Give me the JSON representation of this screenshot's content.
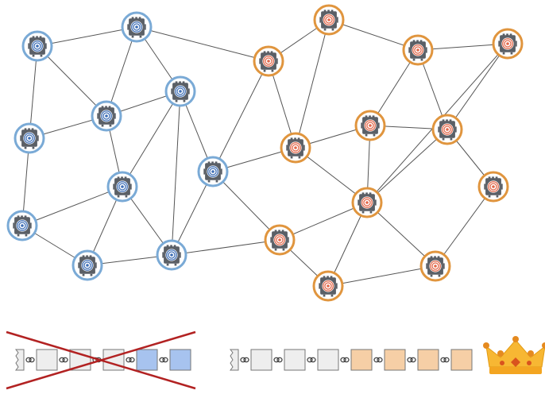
{
  "colors": {
    "blue_ring": "#7AAAD6",
    "orange_ring": "#E0953E",
    "blue_core": "#3F6FB6",
    "orange_core": "#E2674A",
    "device_body": "#5A5F66",
    "edge": "#555555",
    "block_gray": "#EEEEEE",
    "block_blue": "#A7C3EF",
    "block_orange": "#F6CFA6",
    "cross": "#B22222",
    "crown_gold": "#F7B733",
    "crown_jewel": "#E58A1F"
  },
  "network": {
    "nodes": [
      {
        "id": "b1",
        "group": "blue"
      },
      {
        "id": "b2",
        "group": "blue"
      },
      {
        "id": "b3",
        "group": "blue"
      },
      {
        "id": "b4",
        "group": "blue"
      },
      {
        "id": "b5",
        "group": "blue"
      },
      {
        "id": "b6",
        "group": "blue"
      },
      {
        "id": "b7",
        "group": "blue"
      },
      {
        "id": "b8",
        "group": "blue"
      },
      {
        "id": "b9",
        "group": "blue"
      },
      {
        "id": "b10",
        "group": "blue"
      },
      {
        "id": "o1",
        "group": "orange"
      },
      {
        "id": "o2",
        "group": "orange"
      },
      {
        "id": "o3",
        "group": "orange"
      },
      {
        "id": "o4",
        "group": "orange"
      },
      {
        "id": "o5",
        "group": "orange"
      },
      {
        "id": "o6",
        "group": "orange"
      },
      {
        "id": "o7",
        "group": "orange"
      },
      {
        "id": "o8",
        "group": "orange"
      },
      {
        "id": "o9",
        "group": "orange"
      },
      {
        "id": "o10",
        "group": "orange"
      },
      {
        "id": "o11",
        "group": "orange"
      },
      {
        "id": "o12",
        "group": "orange"
      }
    ],
    "edges": [
      [
        "b1",
        "b2"
      ],
      [
        "b1",
        "b3"
      ],
      [
        "b1",
        "b4"
      ],
      [
        "b2",
        "b3"
      ],
      [
        "b2",
        "b5"
      ],
      [
        "b2",
        "o2"
      ],
      [
        "b3",
        "b4"
      ],
      [
        "b3",
        "b5"
      ],
      [
        "b3",
        "b6"
      ],
      [
        "b4",
        "b8"
      ],
      [
        "b5",
        "b6"
      ],
      [
        "b5",
        "b7"
      ],
      [
        "b5",
        "b10"
      ],
      [
        "b6",
        "b8"
      ],
      [
        "b6",
        "b9"
      ],
      [
        "b6",
        "b10"
      ],
      [
        "b7",
        "o2"
      ],
      [
        "b7",
        "o6"
      ],
      [
        "b7",
        "b10"
      ],
      [
        "b7",
        "o9"
      ],
      [
        "b8",
        "b9"
      ],
      [
        "b9",
        "b10"
      ],
      [
        "b10",
        "o9"
      ],
      [
        "o1",
        "o2"
      ],
      [
        "o1",
        "o3"
      ],
      [
        "o1",
        "o6"
      ],
      [
        "o2",
        "o6"
      ],
      [
        "o3",
        "o4"
      ],
      [
        "o3",
        "o5"
      ],
      [
        "o3",
        "o7"
      ],
      [
        "o4",
        "o7"
      ],
      [
        "o4",
        "o8"
      ],
      [
        "o5",
        "o6"
      ],
      [
        "o5",
        "o7"
      ],
      [
        "o5",
        "o8"
      ],
      [
        "o6",
        "o8"
      ],
      [
        "o7",
        "o8"
      ],
      [
        "o8",
        "o9"
      ],
      [
        "o8",
        "o10"
      ],
      [
        "o8",
        "o11"
      ],
      [
        "o9",
        "o10"
      ],
      [
        "o10",
        "o11"
      ],
      [
        "o11",
        "o12"
      ],
      [
        "o7",
        "o12"
      ]
    ]
  },
  "chains": {
    "rejected": {
      "blocks": [
        "gray",
        "gray",
        "gray",
        "blue",
        "blue"
      ],
      "leading_stub": true,
      "crossed_out": true
    },
    "winning": {
      "blocks": [
        "gray",
        "gray",
        "gray",
        "orange",
        "orange",
        "orange",
        "orange"
      ],
      "leading_stub": true,
      "badge": "crown-icon"
    }
  }
}
